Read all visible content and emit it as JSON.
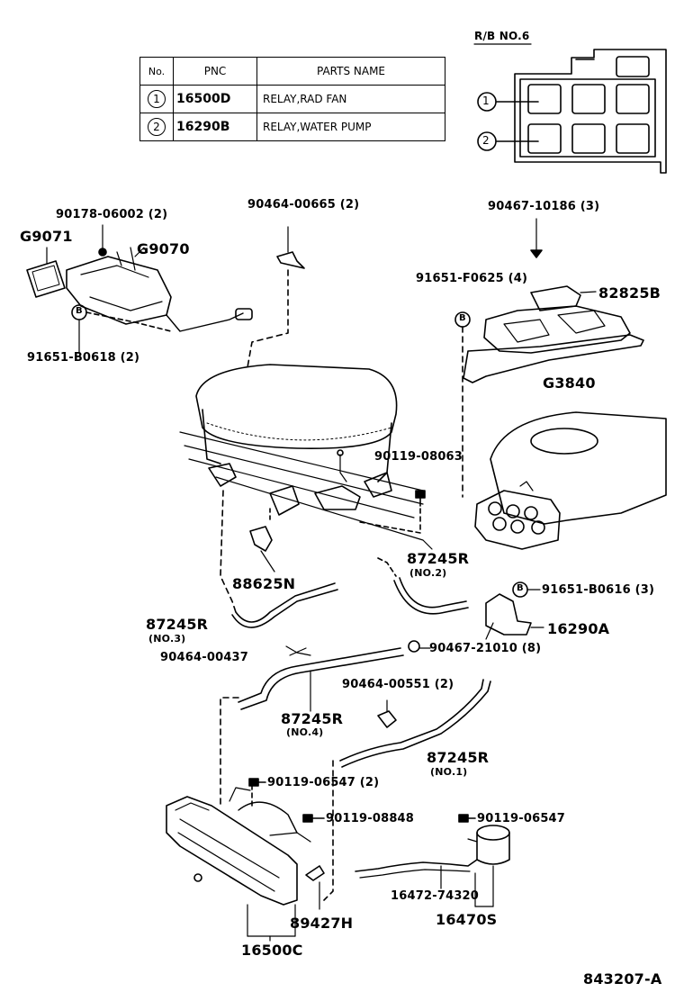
{
  "parts_table": {
    "headers": [
      "No.",
      "PNC",
      "PARTS NAME"
    ],
    "rows": [
      {
        "no": "1",
        "pnc": "16500D",
        "name": "RELAY,RAD FAN"
      },
      {
        "no": "2",
        "pnc": "16290B",
        "name": "RELAY,WATER PUMP"
      }
    ]
  },
  "relay_block": {
    "title": "R/B NO.6",
    "callout_1": "1",
    "callout_2": "2"
  },
  "labels": {
    "g9071": "G9071",
    "p90178": "90178-06002 (2)",
    "g9070": "G9070",
    "p91651_b0618": "91651-B0618 (2)",
    "b_marker": "B",
    "p90464_00665": "90464-00665 (2)",
    "p90467_10186": "90467-10186 (3)",
    "p91651_f0625": "91651-F0625 (4)",
    "p82825b": "82825B",
    "g3840": "G3840",
    "p90119_08063": "90119-08063",
    "p88625n": "88625N",
    "p87245r_no2": "87245R",
    "no2": "(NO.2)",
    "p91651_b0616": "91651-B0616 (3)",
    "p16290a": "16290A",
    "p87245r_no3": "87245R",
    "no3": "(NO.3)",
    "p90467_21010": "90467-21010 (8)",
    "p90464_00437": "90464-00437",
    "p90464_00551": "90464-00551 (2)",
    "p87245r_no4": "87245R",
    "no4": "(NO.4)",
    "p87245r_no1": "87245R",
    "no1": "(NO.1)",
    "p90119_06547_2": "90119-06547 (2)",
    "p90119_08848": "90119-08848",
    "p90119_06547": "90119-06547",
    "p16472": "16472-74320",
    "p16470s": "16470S",
    "p89427h": "89427H",
    "p16500c": "16500C",
    "code": "843207-A"
  }
}
